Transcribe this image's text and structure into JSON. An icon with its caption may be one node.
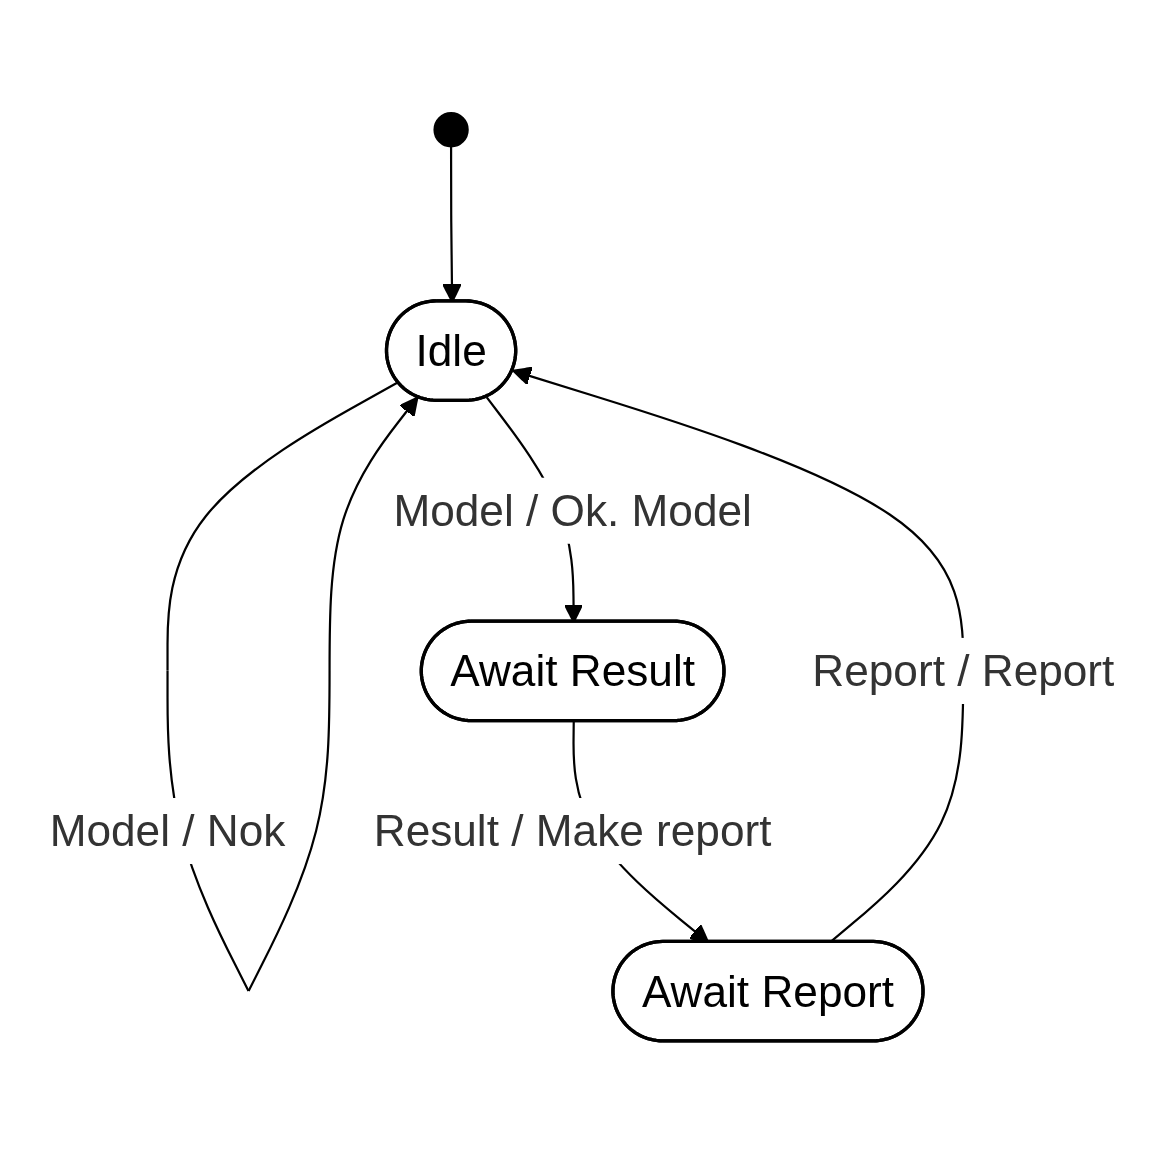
{
  "diagram": {
    "nodes": [
      {
        "text": [],
        "shape": "circle"
      },
      {
        "text": [
          "Idle"
        ]
      },
      {
        "text": [
          "Await Result"
        ]
      },
      {
        "text": [
          "Await Report"
        ]
      }
    ],
    "edges": [
      {
        "from": 0,
        "to": 1,
        "arrow": "to"
      },
      {
        "from": 1,
        "to": 1,
        "label": "Model / Nok",
        "arrow": "to"
      },
      {
        "from": 1,
        "to": 2,
        "label": "Model / Ok. Model",
        "arrow": "to"
      },
      {
        "from": 2,
        "to": 3,
        "label": "Result / Make report",
        "arrow": "to"
      },
      {
        "from": 3,
        "to": 1,
        "label": "Report / Report",
        "arrow": "to"
      }
    ]
  }
}
